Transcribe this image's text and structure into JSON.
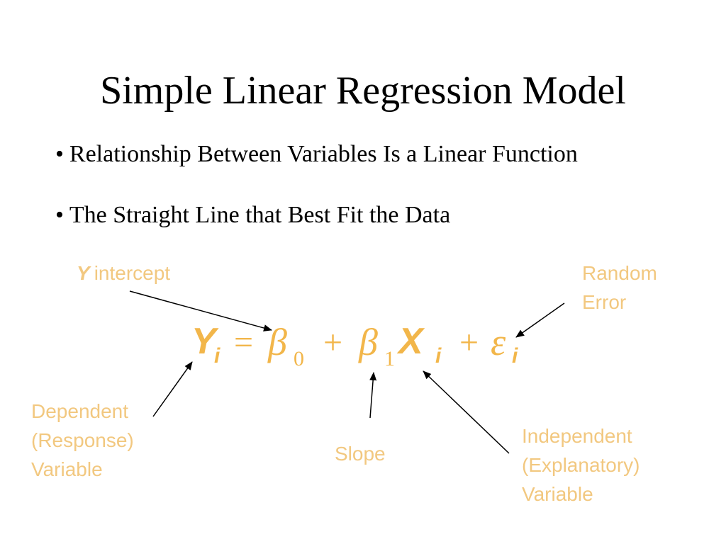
{
  "slide": {
    "title": "Simple Linear Regression Model",
    "bullets": [
      "Relationship Between Variables Is a Linear Function",
      "The Straight Line that Best Fit the Data"
    ],
    "bullet_symbol": "•"
  },
  "equation": {
    "Y": "Y",
    "sub_i": "i",
    "equals": "=",
    "beta": "β",
    "sub_0": "0",
    "plus": "+",
    "sub_1": "1",
    "X": "X",
    "epsilon": "ε"
  },
  "labels": {
    "y_intercept": {
      "letter": "Y",
      "text": "intercept"
    },
    "random_error": [
      "Random",
      "Error"
    ],
    "dependent": [
      "Dependent",
      "(Response)",
      "Variable"
    ],
    "slope": "Slope",
    "independent": [
      "Independent",
      "(Explanatory)",
      "Variable"
    ]
  },
  "colors": {
    "label": "#f2c880",
    "equation": "#f2b64a",
    "text": "#000000",
    "arrow": "#000000"
  }
}
